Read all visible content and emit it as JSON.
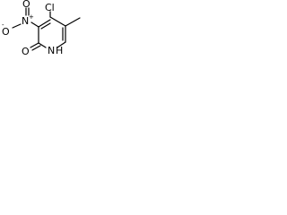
{
  "structure": {
    "atoms": {
      "chlorine": "Cl",
      "nitro_nitrogen": "N",
      "nitro_nitrogen_charge": "+",
      "nitro_oxygen_top": "O",
      "nitro_oxygen_left": "O",
      "nitro_oxygen_left_charge": "-",
      "ring_nitrogen": "N",
      "ring_hydrogen": "H",
      "carbonyl_oxygen": "O"
    }
  }
}
